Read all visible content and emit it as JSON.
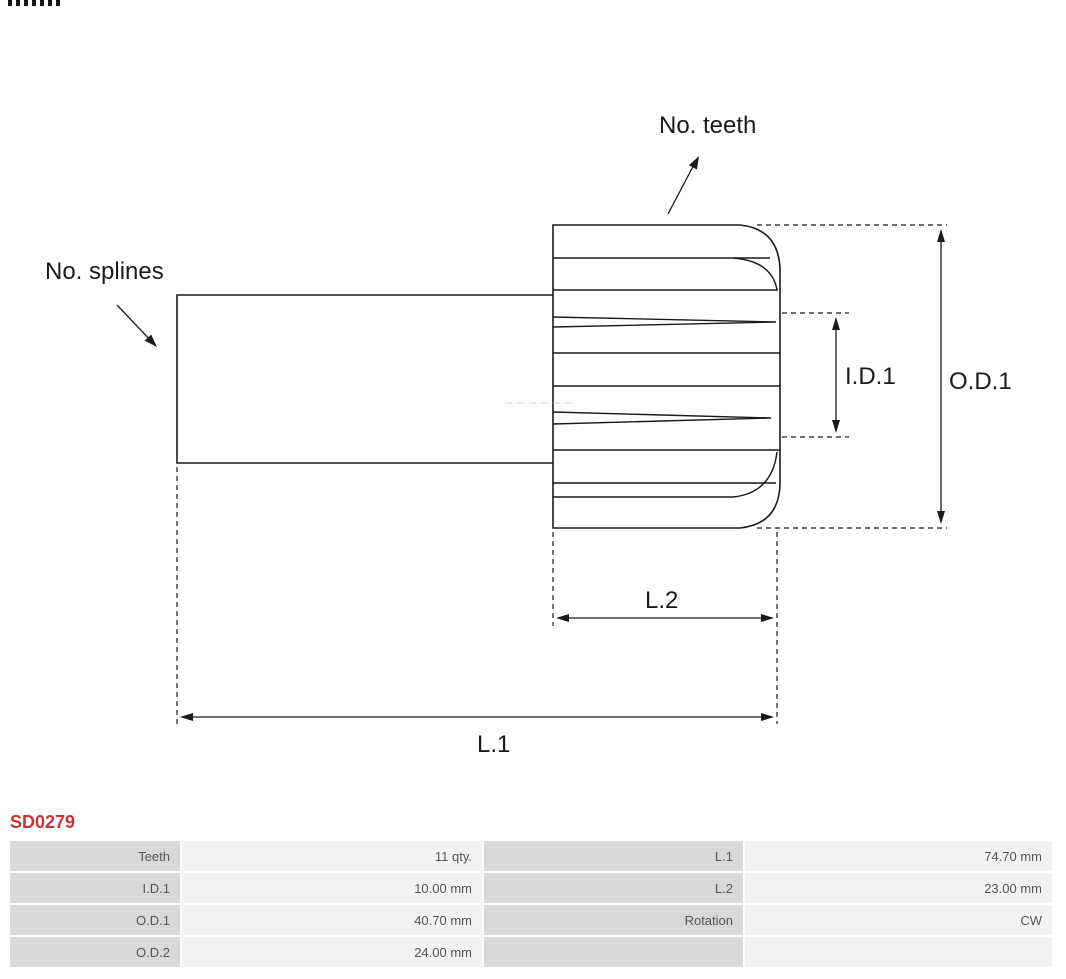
{
  "part": {
    "code": "SD0279"
  },
  "colors": {
    "part_code": "#cc3333",
    "drawing_lines": "#1a1a1a",
    "table_label_bg": "#d9d9d9",
    "table_value_bg": "#f2f2f2",
    "table_text": "#555555"
  },
  "diagram": {
    "labels": {
      "no_teeth": "No. teeth",
      "no_splines": "No. splines",
      "id1": "I.D.1",
      "od1": "O.D.1",
      "l2": "L.2",
      "l1": "L.1"
    }
  },
  "spec_table": {
    "rows": [
      {
        "left_label": "Teeth",
        "left_value": "11 qty.",
        "right_label": "L.1",
        "right_value": "74.70 mm"
      },
      {
        "left_label": "I.D.1",
        "left_value": "10.00 mm",
        "right_label": "L.2",
        "right_value": "23.00 mm"
      },
      {
        "left_label": "O.D.1",
        "left_value": "40.70 mm",
        "right_label": "Rotation",
        "right_value": "CW"
      },
      {
        "left_label": "O.D.2",
        "left_value": "24.00 mm",
        "right_label": "",
        "right_value": ""
      }
    ]
  }
}
